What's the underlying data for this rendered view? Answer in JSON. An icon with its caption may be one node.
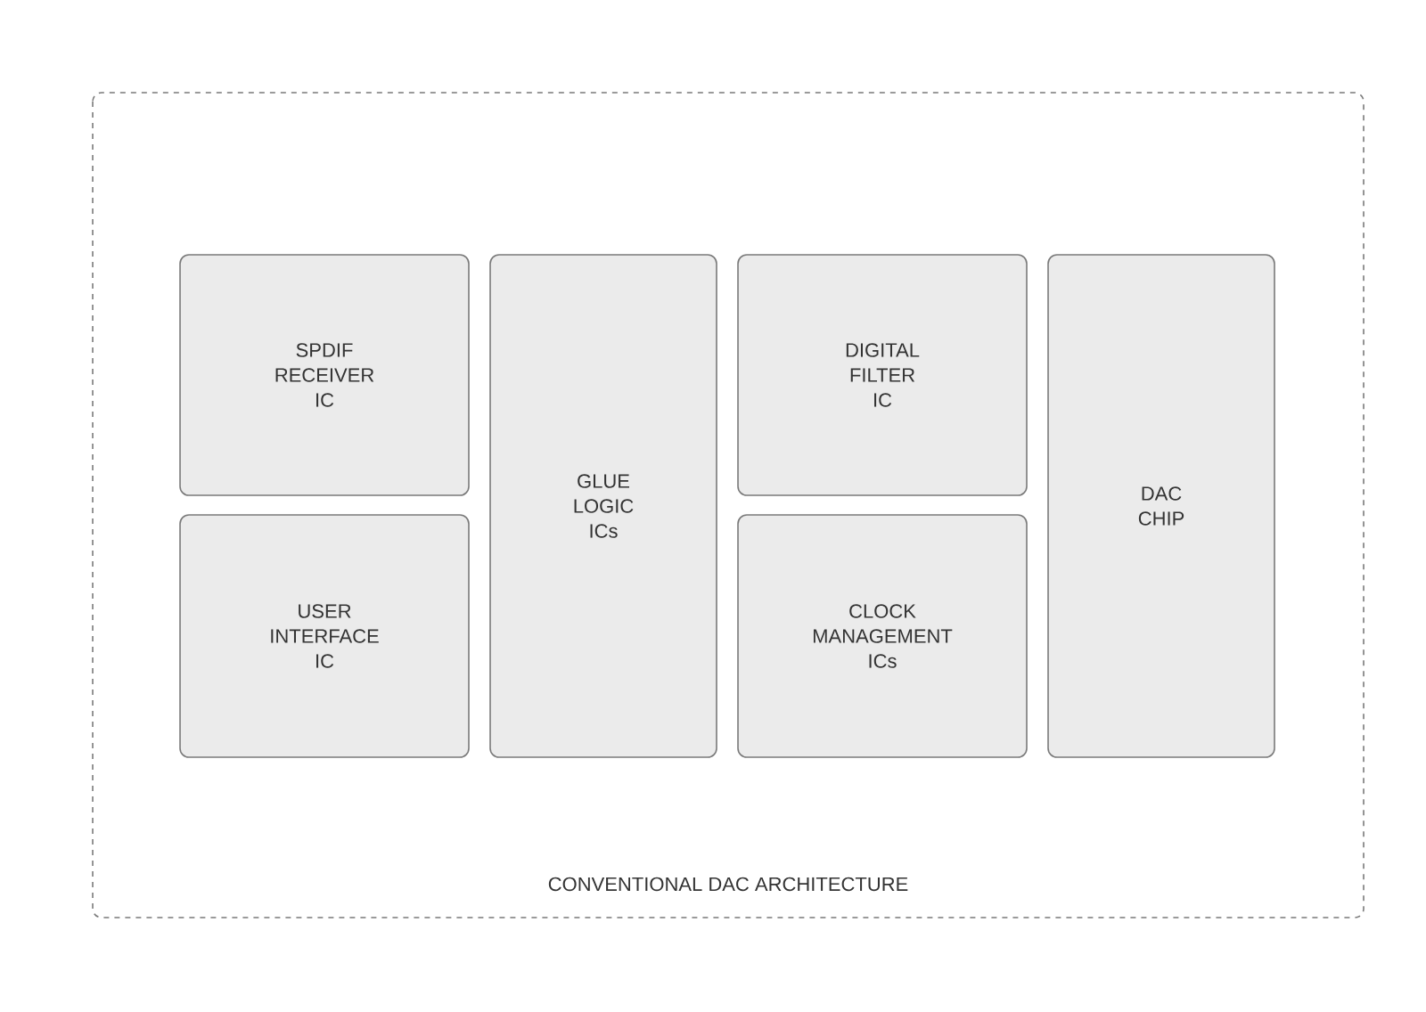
{
  "diagram": {
    "nodes": [
      {
        "text": [
          "CONVENTIONAL DAC ARCHITECTURE"
        ]
      },
      {
        "text": [
          "SPDIF RECEIVER IC"
        ],
        "in": 0
      },
      {
        "text": [
          "USER INTERFACE IC"
        ],
        "in": 0
      },
      {
        "text": [
          "GLUE LOGIC ICs"
        ],
        "in": 0
      },
      {
        "text": [
          "DIGITAL FILTER IC"
        ],
        "in": 0
      },
      {
        "text": [
          "CLOCK MANAGEMENT ICs"
        ],
        "in": 0
      },
      {
        "text": [
          "DAC CHIP"
        ],
        "in": 0
      }
    ]
  }
}
